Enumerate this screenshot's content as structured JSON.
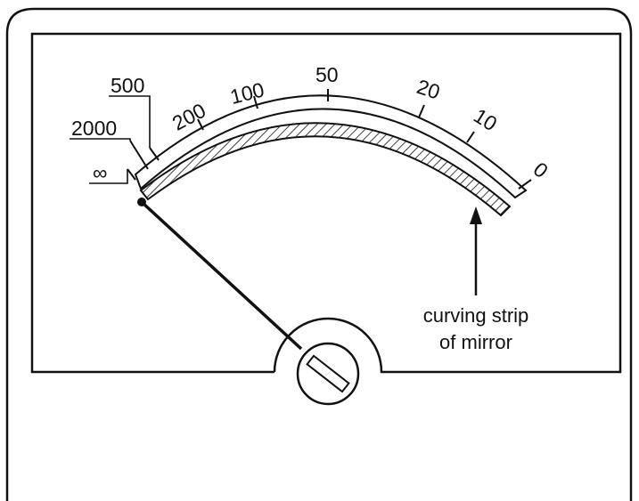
{
  "scale": {
    "labels": {
      "infinity": "∞",
      "r2000": "2000",
      "r500": "500",
      "r200": "200",
      "r100": "100",
      "r50": "50",
      "r20": "20",
      "r10": "10",
      "r0": "0"
    }
  },
  "annotation": {
    "line1": "curving strip",
    "line2": "of mirror"
  },
  "colors": {
    "ink": "#111111",
    "background": "#ffffff"
  }
}
